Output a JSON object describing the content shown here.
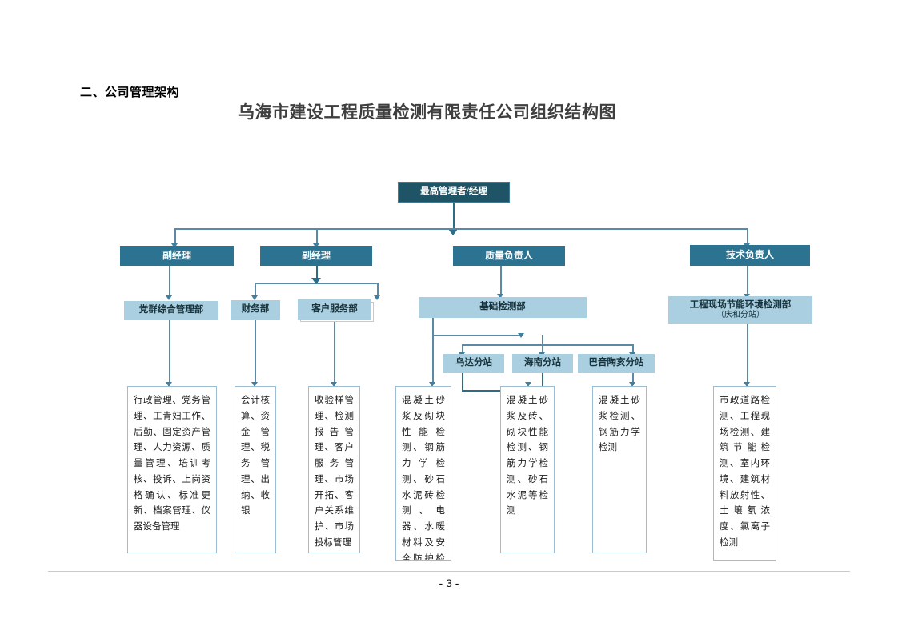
{
  "document": {
    "section_heading": "二、公司管理架构",
    "chart_title": "乌海市建设工程质量检测有限责任公司组织结构图",
    "page_number": "- 3 -"
  },
  "colors": {
    "top_box_fill": "#1f5466",
    "manager_box_fill": "#2b7390",
    "department_box_fill": "#a9cfe0",
    "connector": "#5b8aa6",
    "leaf_border": "#9cbdd2",
    "title_text": "#3f3f3f"
  },
  "org_chart": {
    "level1": {
      "label": "最高管理者/经理"
    },
    "level2": [
      {
        "label": "副经理"
      },
      {
        "label": "副经理"
      },
      {
        "label": "质量负责人"
      },
      {
        "label": "技术负责人"
      }
    ],
    "level3": [
      {
        "label": "党群综合管理部"
      },
      {
        "label": "财务部"
      },
      {
        "label": "客户服务部"
      },
      {
        "label": "基础检测部"
      },
      {
        "label": "工程现场节能环境检测部",
        "sublabel": "（庆和分站）"
      }
    ],
    "level4_substations": [
      {
        "label": "乌达分站"
      },
      {
        "label": "海南分站"
      },
      {
        "label": "巴音陶亥分站"
      }
    ],
    "level5_details": [
      {
        "text": "行政管理、党务管理、工青妇工作、后勤、固定资产管理、人力资源、质量管理、培训考核、投诉、上岗资格确认、标准更新、档案管理、仪器设备管理"
      },
      {
        "text": "会计核算、资金管理、税务管理、出纳、收银"
      },
      {
        "text": "收验样管理、检测报告管理、客户服务管理、市场开拓、客户关系维护、市场投标管理"
      },
      {
        "text": "混凝土砂浆及砌块性能检测、钢筋力学检测、砂石水泥砖检测、电器、水暖材料及安全防护检测、掺和料检测"
      },
      {
        "text": "混凝土砂浆及砖、砌块性能检测、钢筋力学检测、砂石水泥等检测"
      },
      {
        "text": "混凝土砂浆检测、钢筋力学检测"
      },
      {
        "text": "市政道路检测、工程现场检测、建筑节能检测、室内环境、建筑材料放射性、土壤氡浓度、氯离子检测"
      }
    ]
  }
}
